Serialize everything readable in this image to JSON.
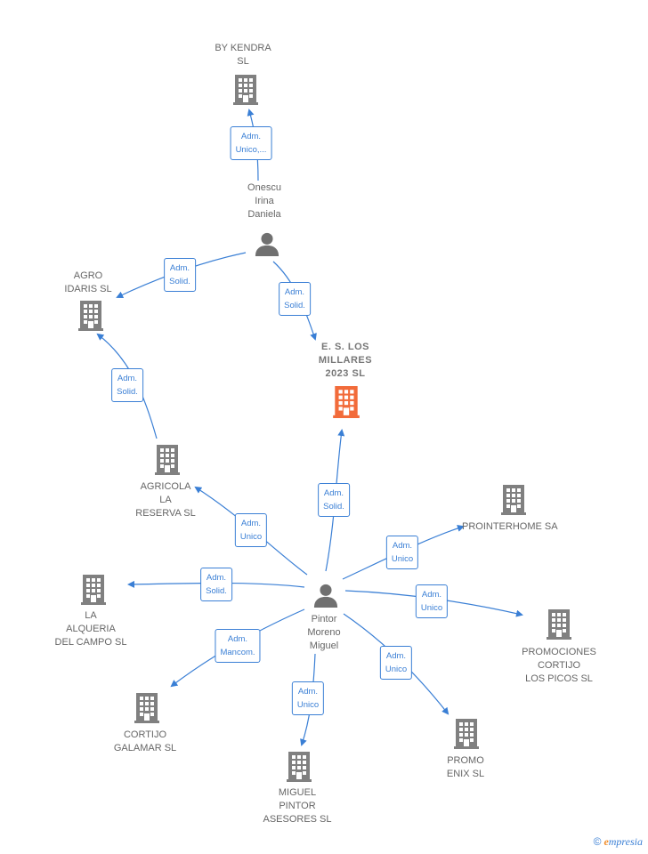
{
  "colors": {
    "company": "#808080",
    "main_company": "#f26b3a",
    "person": "#707070",
    "edge": "#3a7fd5"
  },
  "nodes": {
    "by_kendra": "BY KENDRA\nSL",
    "onescu": "Onescu\nIrina\nDaniela",
    "agro_idaris": "AGRO\nIDARIS  SL",
    "es_los_millares": "E.  S. LOS\nMILLARES\n2023  SL",
    "agricola_la_reserva": "AGRICOLA\nLA\nRESERVA SL",
    "prointerhome": "PROINTERHOME SA",
    "la_alqueria": "LA\nALQUERIA\nDEL CAMPO SL",
    "pintor": "Pintor\nMoreno\nMiguel",
    "promociones_cortijo": "PROMOCIONES\nCORTIJO\nLOS PICOS  SL",
    "cortijo_galamar": "CORTIJO\nGALAMAR  SL",
    "promo_enix": "PROMO\nENIX  SL",
    "miguel_pintor": "MIGUEL\nPINTOR\nASESORES SL"
  },
  "edges": {
    "onescu_by_kendra": "Adm.\nUnico,...",
    "onescu_agro": "Adm.\nSolid.",
    "onescu_millares": "Adm.\nSolid.",
    "agricola_agro": "Adm.\nSolid.",
    "pintor_millares": "Adm.\nSolid.",
    "pintor_agricola": "Adm.\nUnico",
    "pintor_prointerhome": "Adm.\nUnico",
    "pintor_alqueria": "Adm.\nSolid.",
    "pintor_promociones": "Adm.\nUnico",
    "pintor_galamar": "Adm.\nMancom.",
    "pintor_enix": "Adm.\nUnico",
    "pintor_miguel": "Adm.\nUnico"
  },
  "brand": {
    "copyright": "©",
    "name_first": "e",
    "name_rest": "mpresia"
  }
}
